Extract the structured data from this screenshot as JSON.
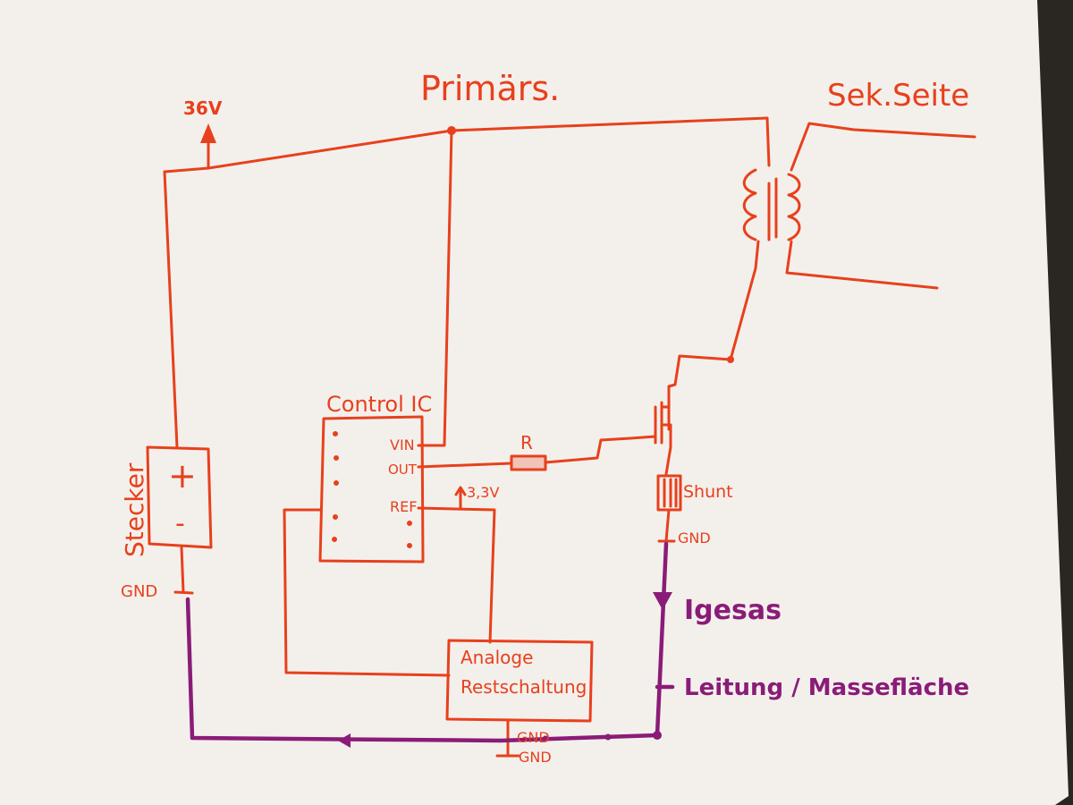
{
  "diagram": {
    "labels": {
      "voltage": "36V",
      "primary": "Primärs.",
      "secondary": "Sek.Seite",
      "plug": "Stecker",
      "plus": "+",
      "minus": "-",
      "gnd_plug": "GND",
      "control_ic": "Control IC",
      "pin_vin": "VIN",
      "pin_out": "OUT",
      "pin_ref": "REF",
      "ref_voltage": "3,3V",
      "resistor": "R",
      "shunt": "Shunt",
      "gnd_shunt": "GND",
      "current": "Igesas",
      "analog_line1": "Analoge",
      "analog_line2": "Restschaltung",
      "gnd_analog_top": "GND",
      "gnd_analog_bottom": "GND",
      "trace": "Leitung / Massefläche"
    },
    "colors": {
      "wire": "#e8401c",
      "ground_trace": "#8a1c78",
      "paper": "#f3f0ec",
      "backdrop": "#2a2622"
    }
  }
}
